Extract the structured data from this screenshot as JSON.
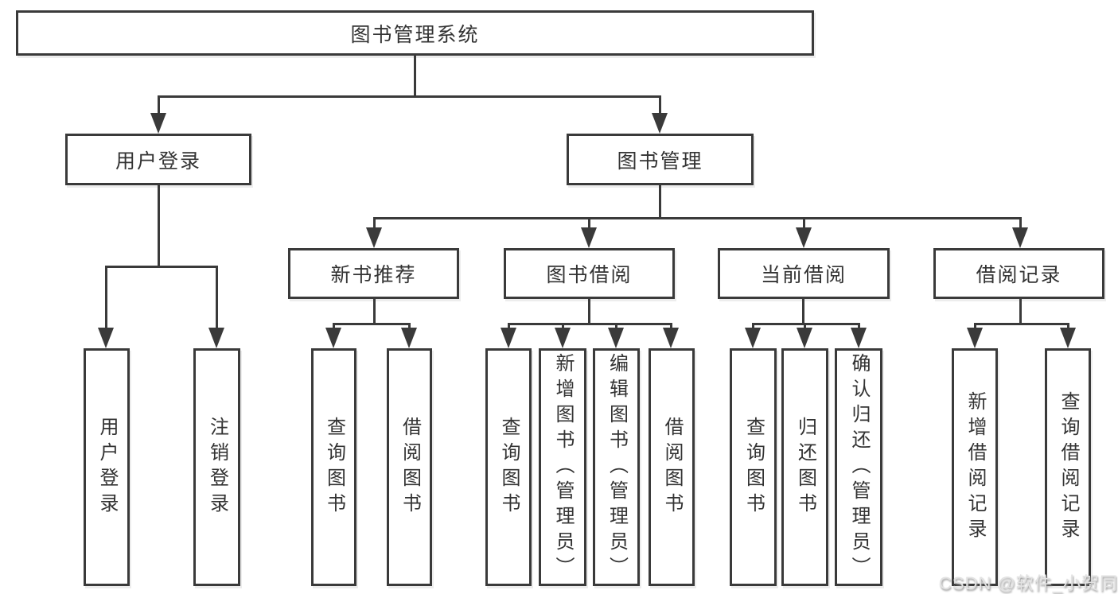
{
  "colors": {
    "line": "#3a3a3a",
    "background": "#ffffff",
    "watermark_text": "#e2e2e2"
  },
  "watermark": {
    "text": "CSDN @软件_小贺同学"
  },
  "tree": {
    "label": "图书管理系统",
    "children": [
      {
        "label": "用户登录",
        "children": [
          {
            "label": "用户登录"
          },
          {
            "label": "注销登录"
          }
        ]
      },
      {
        "label": "图书管理",
        "children": [
          {
            "label": "新书推荐",
            "children": [
              {
                "label": "查询图书"
              },
              {
                "label": "借阅图书"
              }
            ]
          },
          {
            "label": "图书借阅",
            "children": [
              {
                "label": "查询图书"
              },
              {
                "label": "新增图书（管理员）"
              },
              {
                "label": "编辑图书（管理员）"
              },
              {
                "label": "借阅图书"
              }
            ]
          },
          {
            "label": "当前借阅",
            "children": [
              {
                "label": "查询图书"
              },
              {
                "label": "归还图书"
              },
              {
                "label": "确认归还（管理员）"
              }
            ]
          },
          {
            "label": "借阅记录",
            "children": [
              {
                "label": "新增借阅记录"
              },
              {
                "label": "查询借阅记录"
              }
            ]
          }
        ]
      }
    ]
  }
}
